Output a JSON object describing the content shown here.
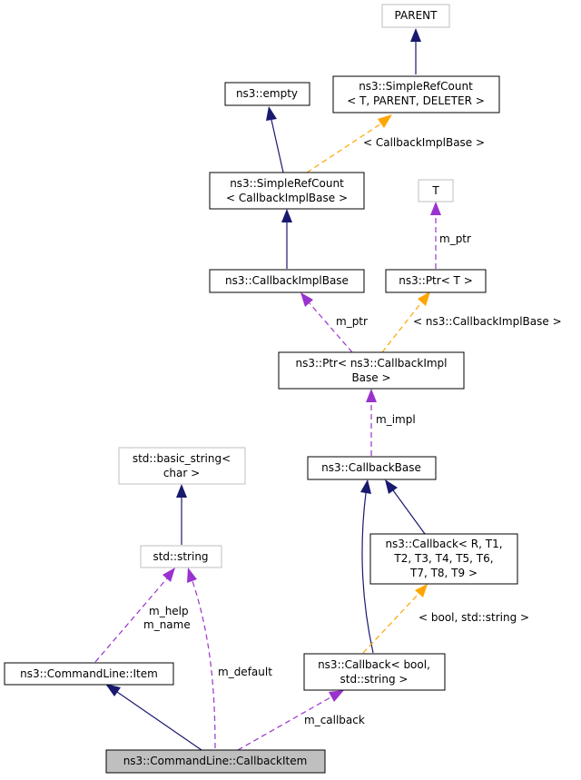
{
  "nodes": {
    "parent": "PARENT",
    "simple_ref_count_t": [
      "ns3::SimpleRefCount",
      "< T, PARENT, DELETER >"
    ],
    "empty": "ns3::empty",
    "simple_ref_count_cib": [
      "ns3::SimpleRefCount",
      "< CallbackImplBase >"
    ],
    "t": "T",
    "callback_impl_base": "ns3::CallbackImplBase",
    "ptr_t": "ns3::Ptr< T >",
    "ptr_cib": [
      "ns3::Ptr< ns3::CallbackImpl",
      "Base >"
    ],
    "callback_base": "ns3::CallbackBase",
    "basic_string": [
      "std::basic_string<",
      "char >"
    ],
    "std_string": "std::string",
    "callback_template": [
      "ns3::Callback< R, T1,",
      "T2, T3, T4, T5, T6,",
      "T7, T8, T9 >"
    ],
    "command_line_item": "ns3::CommandLine::Item",
    "callback_bool": [
      "ns3::Callback< bool,",
      "std::string >"
    ],
    "callback_item": "ns3::CommandLine::CallbackItem"
  },
  "edge_labels": {
    "cib_template": "< CallbackImplBase >",
    "t_ptr": "m_ptr",
    "cib_ptr": "m_ptr",
    "ptr_template": "< ns3::CallbackImplBase >",
    "impl": "m_impl",
    "help_name": [
      "m_help",
      "m_name"
    ],
    "default": "m_default",
    "bool_template": "< bool, std::string >",
    "callback": "m_callback"
  },
  "colors": {
    "inheritance": "#191970",
    "usage": "#9a32cd",
    "template": "#ffa500",
    "focus_fill": "#bfbfbf",
    "external_border": "#bfbfbf"
  }
}
